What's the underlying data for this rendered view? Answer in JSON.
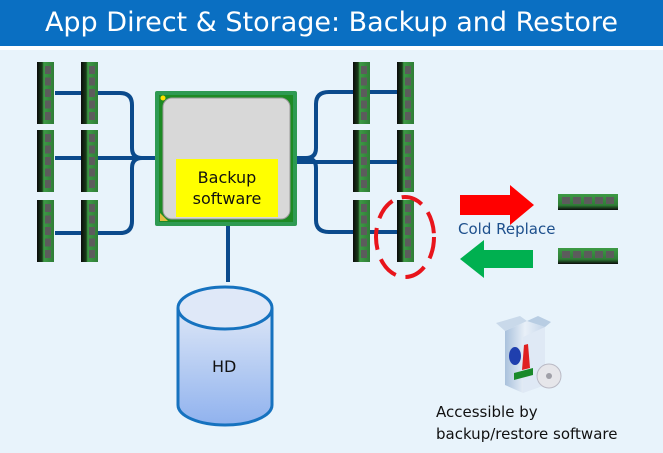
{
  "title": "App Direct & Storage: Backup and Restore",
  "cpu": {
    "label_line1": "Backup",
    "label_line2": "software"
  },
  "storage": {
    "label": "HD"
  },
  "replace": {
    "label": "Cold Replace",
    "out_arrow_color": "#ff0000",
    "in_arrow_color": "#00b050"
  },
  "software": {
    "line1": "Accessible by",
    "line2": "backup/restore software"
  },
  "colors": {
    "title_bg": "#0a6fc2",
    "bus": "#0b4a8c",
    "dimm_green": "#3a9a46",
    "highlight": "#e8141b",
    "backup_box": "#ffff00"
  },
  "dimm_groups": [
    {
      "side": "left",
      "rows": 3,
      "columns": 2
    },
    {
      "side": "right",
      "rows": 3,
      "columns": 2
    }
  ]
}
